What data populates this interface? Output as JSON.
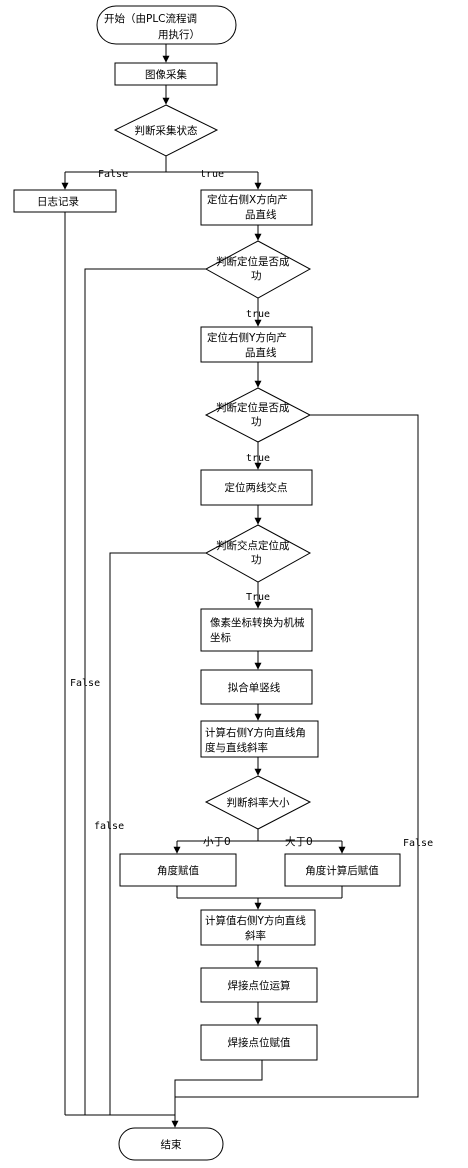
{
  "nodes": {
    "start": "开始（由PLC流程调用执行）",
    "capture": "图像采集",
    "judge_capture": "判断采集状态",
    "log": "日志记录",
    "locate_x": "定位右侧X方向产品直线",
    "judge_locate1": "判断定位是否成功",
    "locate_y": "定位右侧Y方向产品直线",
    "judge_locate2": "判断定位是否成功",
    "intersect": "定位两线交点",
    "judge_intersect": "判断交点定位成功",
    "pixel_to_machine": "像素坐标转换为机械坐标",
    "fit_line": "拟合单竖线",
    "calc_angle": "计算右侧Y方向直线角度与直线斜率",
    "judge_slope": "判断斜率大小",
    "assign_angle": "角度赋值",
    "calc_angle_assign": "角度计算后赋值",
    "calc_slope": "计算值右侧Y方向直线斜率",
    "weld_calc": "焊接点位运算",
    "weld_assign": "焊接点位赋值",
    "end": "结束"
  },
  "edges": {
    "capture_false": "False",
    "capture_true": "true",
    "locate1_true": "true",
    "locate1_false": "False",
    "locate2_true": "true",
    "locate2_false": "False",
    "intersect_true": "True",
    "intersect_false": "false",
    "slope_less": "小于0",
    "slope_greater": "大于0"
  }
}
